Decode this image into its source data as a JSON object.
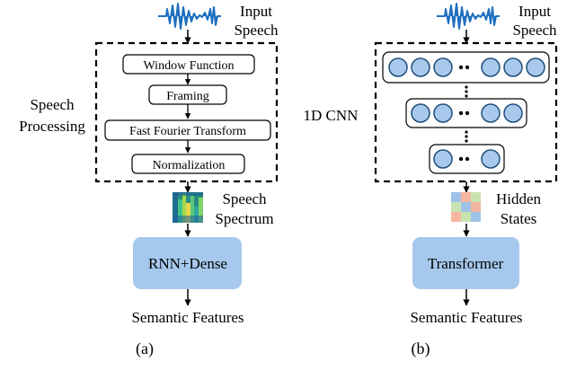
{
  "panel_a": {
    "input_label_line1": "Input",
    "input_label_line2": "Speech",
    "group_label_line1": "Speech",
    "group_label_line2": "Processing",
    "steps": [
      "Window Function",
      "Framing",
      "Fast Fourier Transform",
      "Normalization"
    ],
    "feature_label_line1": "Speech",
    "feature_label_line2": "Spectrum",
    "model_label": "RNN+Dense",
    "output_label": "Semantic Features",
    "caption": "(a)"
  },
  "panel_b": {
    "input_label_line1": "Input",
    "input_label_line2": "Speech",
    "group_label": "1D CNN",
    "feature_label_line1": "Hidden",
    "feature_label_line2": "States",
    "model_label": "Transformer",
    "output_label": "Semantic Features",
    "caption": "(b)"
  },
  "colors": {
    "waveform": "#1f6fc0",
    "model_box": "#a6c8ec",
    "neuron_fill": "#a9c9ec",
    "neuron_stroke": "#1f4e79"
  },
  "icons": {
    "waveform": "audio-waveform-icon",
    "spectrum": "spectrogram-icon",
    "hidden_states": "hidden-states-grid-icon"
  }
}
